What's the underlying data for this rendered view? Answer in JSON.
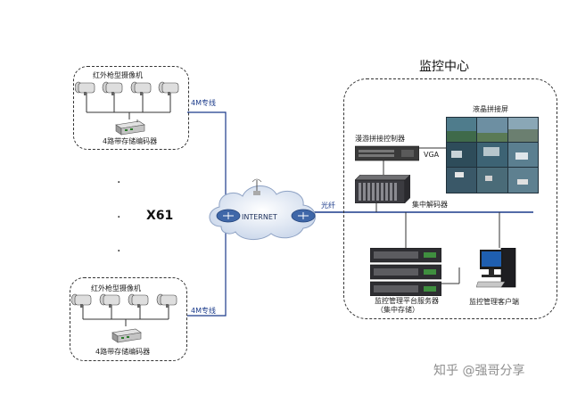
{
  "top_group": {
    "cameras_label": "红外枪型摄像机",
    "encoder_label": "4路带存储编码器",
    "link_label": "4M专线"
  },
  "bottom_group": {
    "cameras_label": "红外枪型摄像机",
    "encoder_label": "4路带存储编码器",
    "link_label": "4M专线"
  },
  "multiplier": "X61",
  "ellipsis": ".",
  "internet": {
    "label": "INTERNET",
    "fiber_label": "光纤"
  },
  "monitor_center": {
    "title": "监控中心",
    "video_wall_label": "液晶拼接屏",
    "controller_label": "漫游拼接控制器",
    "vga_label": "VGA",
    "decoder_label": "集中解码器",
    "server_label_1": "监控管理平台服务器",
    "server_label_2": "（集中存储）",
    "client_label": "监控管理客户端"
  },
  "watermark": "知乎 @强哥分享"
}
